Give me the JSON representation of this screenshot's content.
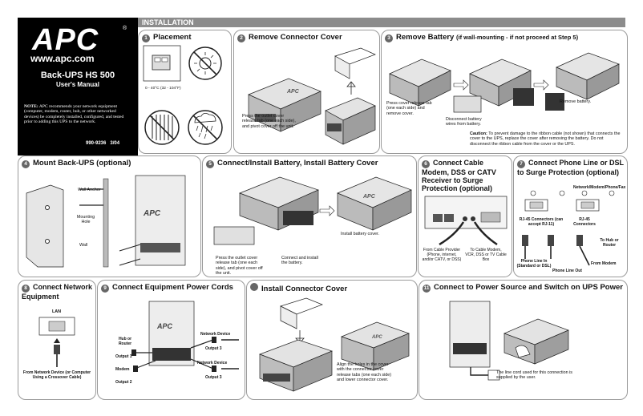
{
  "cover": {
    "brand": "APC",
    "registered": "®",
    "url": "www.apc.com",
    "product": "Back-UPS HS 500",
    "manual": "User's Manual",
    "note_label": "NOTE:",
    "note_text": "APC recommends your network equipment (computer, modem, router, hub, or other networked devices) be completely installed, configured, and tested prior to adding this UPS to the network.",
    "doc_number": "990-9236",
    "date": "3/04"
  },
  "header": {
    "title": "INSTALLATION"
  },
  "sections": {
    "s1": {
      "num": "1",
      "title": "Placement",
      "temp": "0 - 40°C   (32 - 104°F)"
    },
    "s2": {
      "num": "2",
      "title": "Remove Connector Cover",
      "caption": "Press the outlet cover release tab (one each side), and pivot cover off the unit."
    },
    "s3": {
      "num": "3",
      "title": "Remove Battery",
      "subtitle": "(if wall-mounting - if not proceed at Step 5)",
      "press": "Press cover release tab (one each side) and remove cover.",
      "disconnect": "Disconnect battery wires from battery.",
      "remove": "Remove battery.",
      "caution_label": "Caution:",
      "caution": "To prevent damage to the ribbon cable (not shown) that connects the cover to the UPS, replace the cover after removing the battery. Do not disconnect the ribbon cable from the cover or the UPS."
    },
    "s4": {
      "num": "4",
      "title": "Mount Back-UPS (optional)",
      "wall_anchor": "Wall Anchor",
      "mounting_hole": "Mounting Hole",
      "wall": "Wall"
    },
    "s5": {
      "num": "5",
      "title": "Connect/Install Battery, Install Battery Cover",
      "press": "Press the outlet cover release tab (one each side), and pivot cover off the unit.",
      "connect": "Connect and install the battery.",
      "install": "Install battery cover."
    },
    "s6": {
      "num": "6",
      "title": "Connect Cable Modem, DSS or CATV Receiver to Surge Protection (optional)",
      "from": "From Cable Provider (Phone, internet, and/or CATV, or DSS)",
      "to": "To Cable Modem, VCR, DSS or TV Cable Box"
    },
    "s7": {
      "num": "7",
      "title": "Connect Phone Line or DSL to Surge Protection (optional)",
      "network": "Network/Modem/Phone/Fax",
      "rj45a": "RJ-45 Connectors (can accept RJ-11)",
      "rj45b": "RJ-45 Connectors",
      "hub": "To Hub or Router",
      "phone_in": "Phone Line In (Standard or DSL)",
      "phone_out": "Phone Line Out",
      "from_modem": "From Modem"
    },
    "s8": {
      "num": "8",
      "title": "Connect Network Equipment",
      "lan": "LAN",
      "from": "From Network Device (or Computer Using a Crossover Cable)"
    },
    "s9": {
      "num": "9",
      "title": "Connect Equipment Power Cords",
      "hub": "Hub or Router",
      "output1": "Output 1",
      "modem": "Modem",
      "output2": "Output 2",
      "netdev_top": "Network Device",
      "output3_top": "Output 3",
      "netdev_bot": "Network Device",
      "output3_bot": "Output 3"
    },
    "s10": {
      "num": "",
      "title": "Install Connector Cover",
      "caption": "Align the holes in the cover with the connector cover release tabs (one each side) and lower connector cover."
    },
    "s11": {
      "num": "11",
      "title": "Connect to Power Source and Switch on UPS Power",
      "caption": "The line cord used for this connection is supplied by the user."
    }
  },
  "colors": {
    "black": "#000000",
    "header_gray": "#8c8c8c",
    "panel_border": "#9a9a9a",
    "badge": "#666666"
  }
}
